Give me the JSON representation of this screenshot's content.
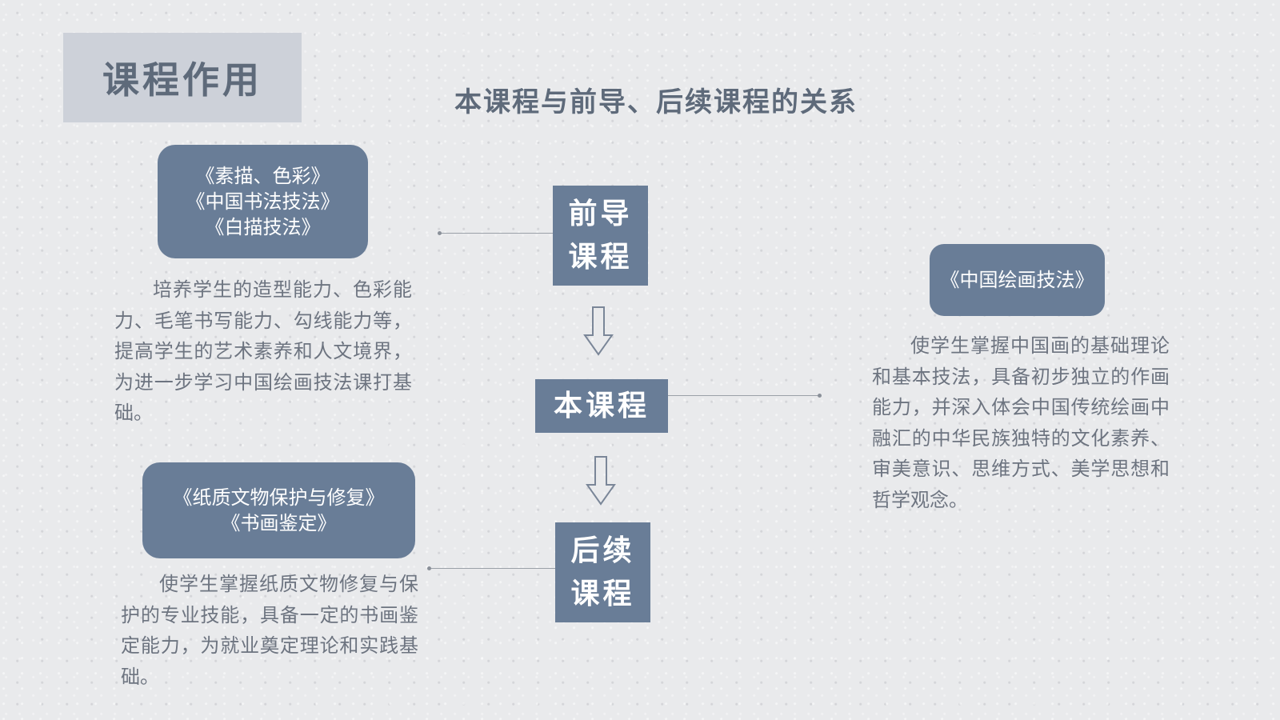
{
  "header": {
    "title": "课程作用",
    "subtitle": "本课程与前导、后续课程的关系"
  },
  "diagram": {
    "prereq_node": {
      "line1": "前导",
      "line2": "课程"
    },
    "current_node": {
      "label": "本课程"
    },
    "followup_node": {
      "line1": "后续",
      "line2": "课程"
    },
    "prereq_courses": [
      "《素描、色彩》",
      "《中国书法技法》",
      "《白描技法》"
    ],
    "prereq_desc": "培养学生的造型能力、色彩能力、毛笔书写能力、勾线能力等，提高学生的艺术素养和人文境界，为进一步学习中国绘画技法课打基础。",
    "current_courses": [
      "《中国绘画技法》"
    ],
    "current_desc": "使学生掌握中国画的基础理论和基本技法，具备初步独立的作画能力，并深入体会中国传统绘画中融汇的中华民族独特的文化素养、审美意识、思维方式、美学思想和哲学观念。",
    "followup_courses": [
      "《纸质文物保护与修复》",
      "《书画鉴定》"
    ],
    "followup_desc": "使学生掌握纸质文物修复与保护的专业技能，具备一定的书画鉴定能力，为就业奠定理论和实践基础。"
  },
  "colors": {
    "box_fill": "#697d97",
    "title_box_fill": "#cdd1d9",
    "heading_text": "#5e6a7a",
    "body_text": "#6d7480",
    "background": "#e9eaec"
  }
}
